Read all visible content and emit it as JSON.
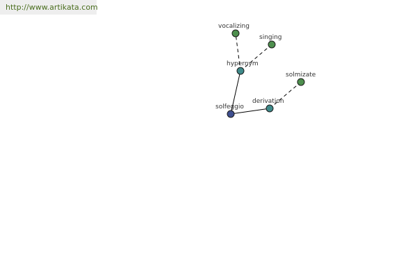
{
  "watermark": {
    "text": "http://www.artikata.com"
  },
  "graph": {
    "nodes": [
      {
        "id": "solfeggio",
        "label": "solfeggio",
        "role": "root",
        "color": "#3f4f8f"
      },
      {
        "id": "hypernym",
        "label": "hypernym",
        "role": "relation",
        "color": "#3f8a8a"
      },
      {
        "id": "derivation",
        "label": "derivation",
        "role": "relation",
        "color": "#3f8a8a"
      },
      {
        "id": "vocalizing",
        "label": "vocalizing",
        "role": "term",
        "color": "#4e8f4e"
      },
      {
        "id": "singing",
        "label": "singing",
        "role": "term",
        "color": "#4e8f4e"
      },
      {
        "id": "solmizate",
        "label": "solmizate",
        "role": "term",
        "color": "#4e8f4e"
      }
    ],
    "edges": [
      {
        "from": "solfeggio",
        "to": "hypernym",
        "style": "solid"
      },
      {
        "from": "solfeggio",
        "to": "derivation",
        "style": "solid"
      },
      {
        "from": "hypernym",
        "to": "vocalizing",
        "style": "dashed"
      },
      {
        "from": "hypernym",
        "to": "singing",
        "style": "dashed"
      },
      {
        "from": "derivation",
        "to": "solmizate",
        "style": "dashed"
      }
    ]
  }
}
